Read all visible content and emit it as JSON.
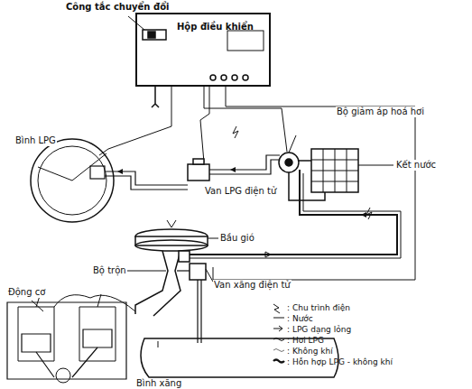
{
  "diagram": {
    "nodes": [
      {
        "text": [
          "Hộp điều khiển"
        ]
      }
    ],
    "labels": [
      "Công tắc chuyển đổi",
      "Bình LPG",
      "Bộ giảm áp hoá hơi",
      "Van LPG điện tử",
      "Kết nước",
      "Bầu gió",
      "Bộ trộn",
      "Động cơ",
      "Van xăng điện tử",
      "Bình xăng"
    ],
    "legend": [
      {
        "text": ": Chu trình điện"
      },
      {
        "text": ": Nước"
      },
      {
        "text": ": LPG dạng lỏng"
      },
      {
        "text": ": Hơi LPG"
      },
      {
        "text": ": Không khí"
      },
      {
        "text": ": Hỗn hợp LPG - không khí"
      }
    ]
  }
}
